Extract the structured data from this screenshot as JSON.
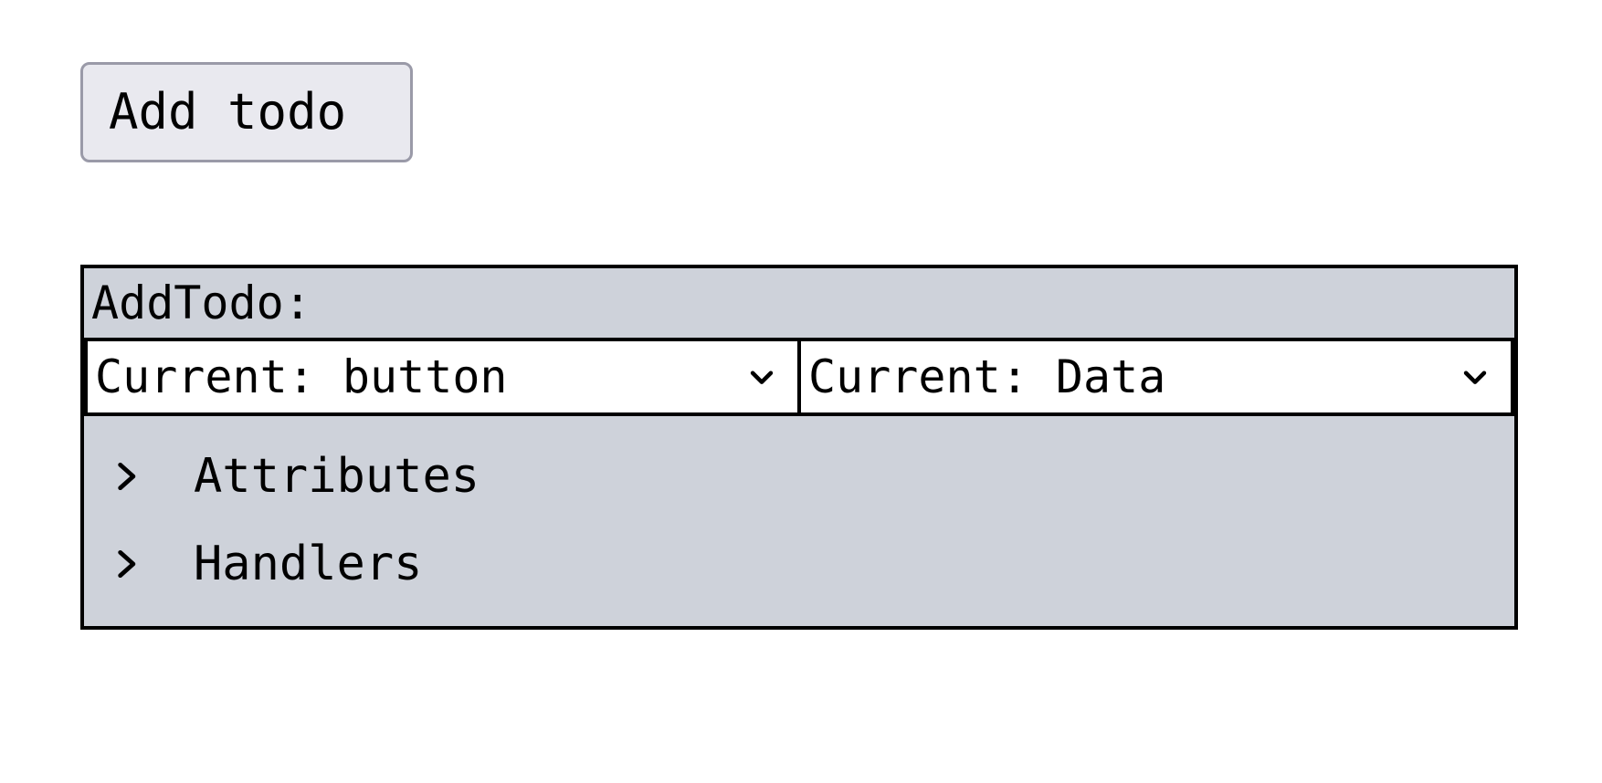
{
  "page": {
    "background_color": "#ffffff"
  },
  "toolbar": {
    "add_todo_label": "Add todo"
  },
  "inspector": {
    "title": "AddTodo:",
    "background_color": "#ced2da",
    "border_color": "#000000",
    "selects": [
      {
        "name": "element-select",
        "value": "Current: button",
        "chevron_icon": "chevron-down-icon"
      },
      {
        "name": "view-select",
        "value": "Current: Data",
        "chevron_icon": "chevron-down-icon"
      }
    ],
    "tree": [
      {
        "label": "Attributes",
        "expanded": false,
        "arrow_icon": "chevron-right-icon"
      },
      {
        "label": "Handlers",
        "expanded": false,
        "arrow_icon": "chevron-right-icon"
      }
    ]
  }
}
